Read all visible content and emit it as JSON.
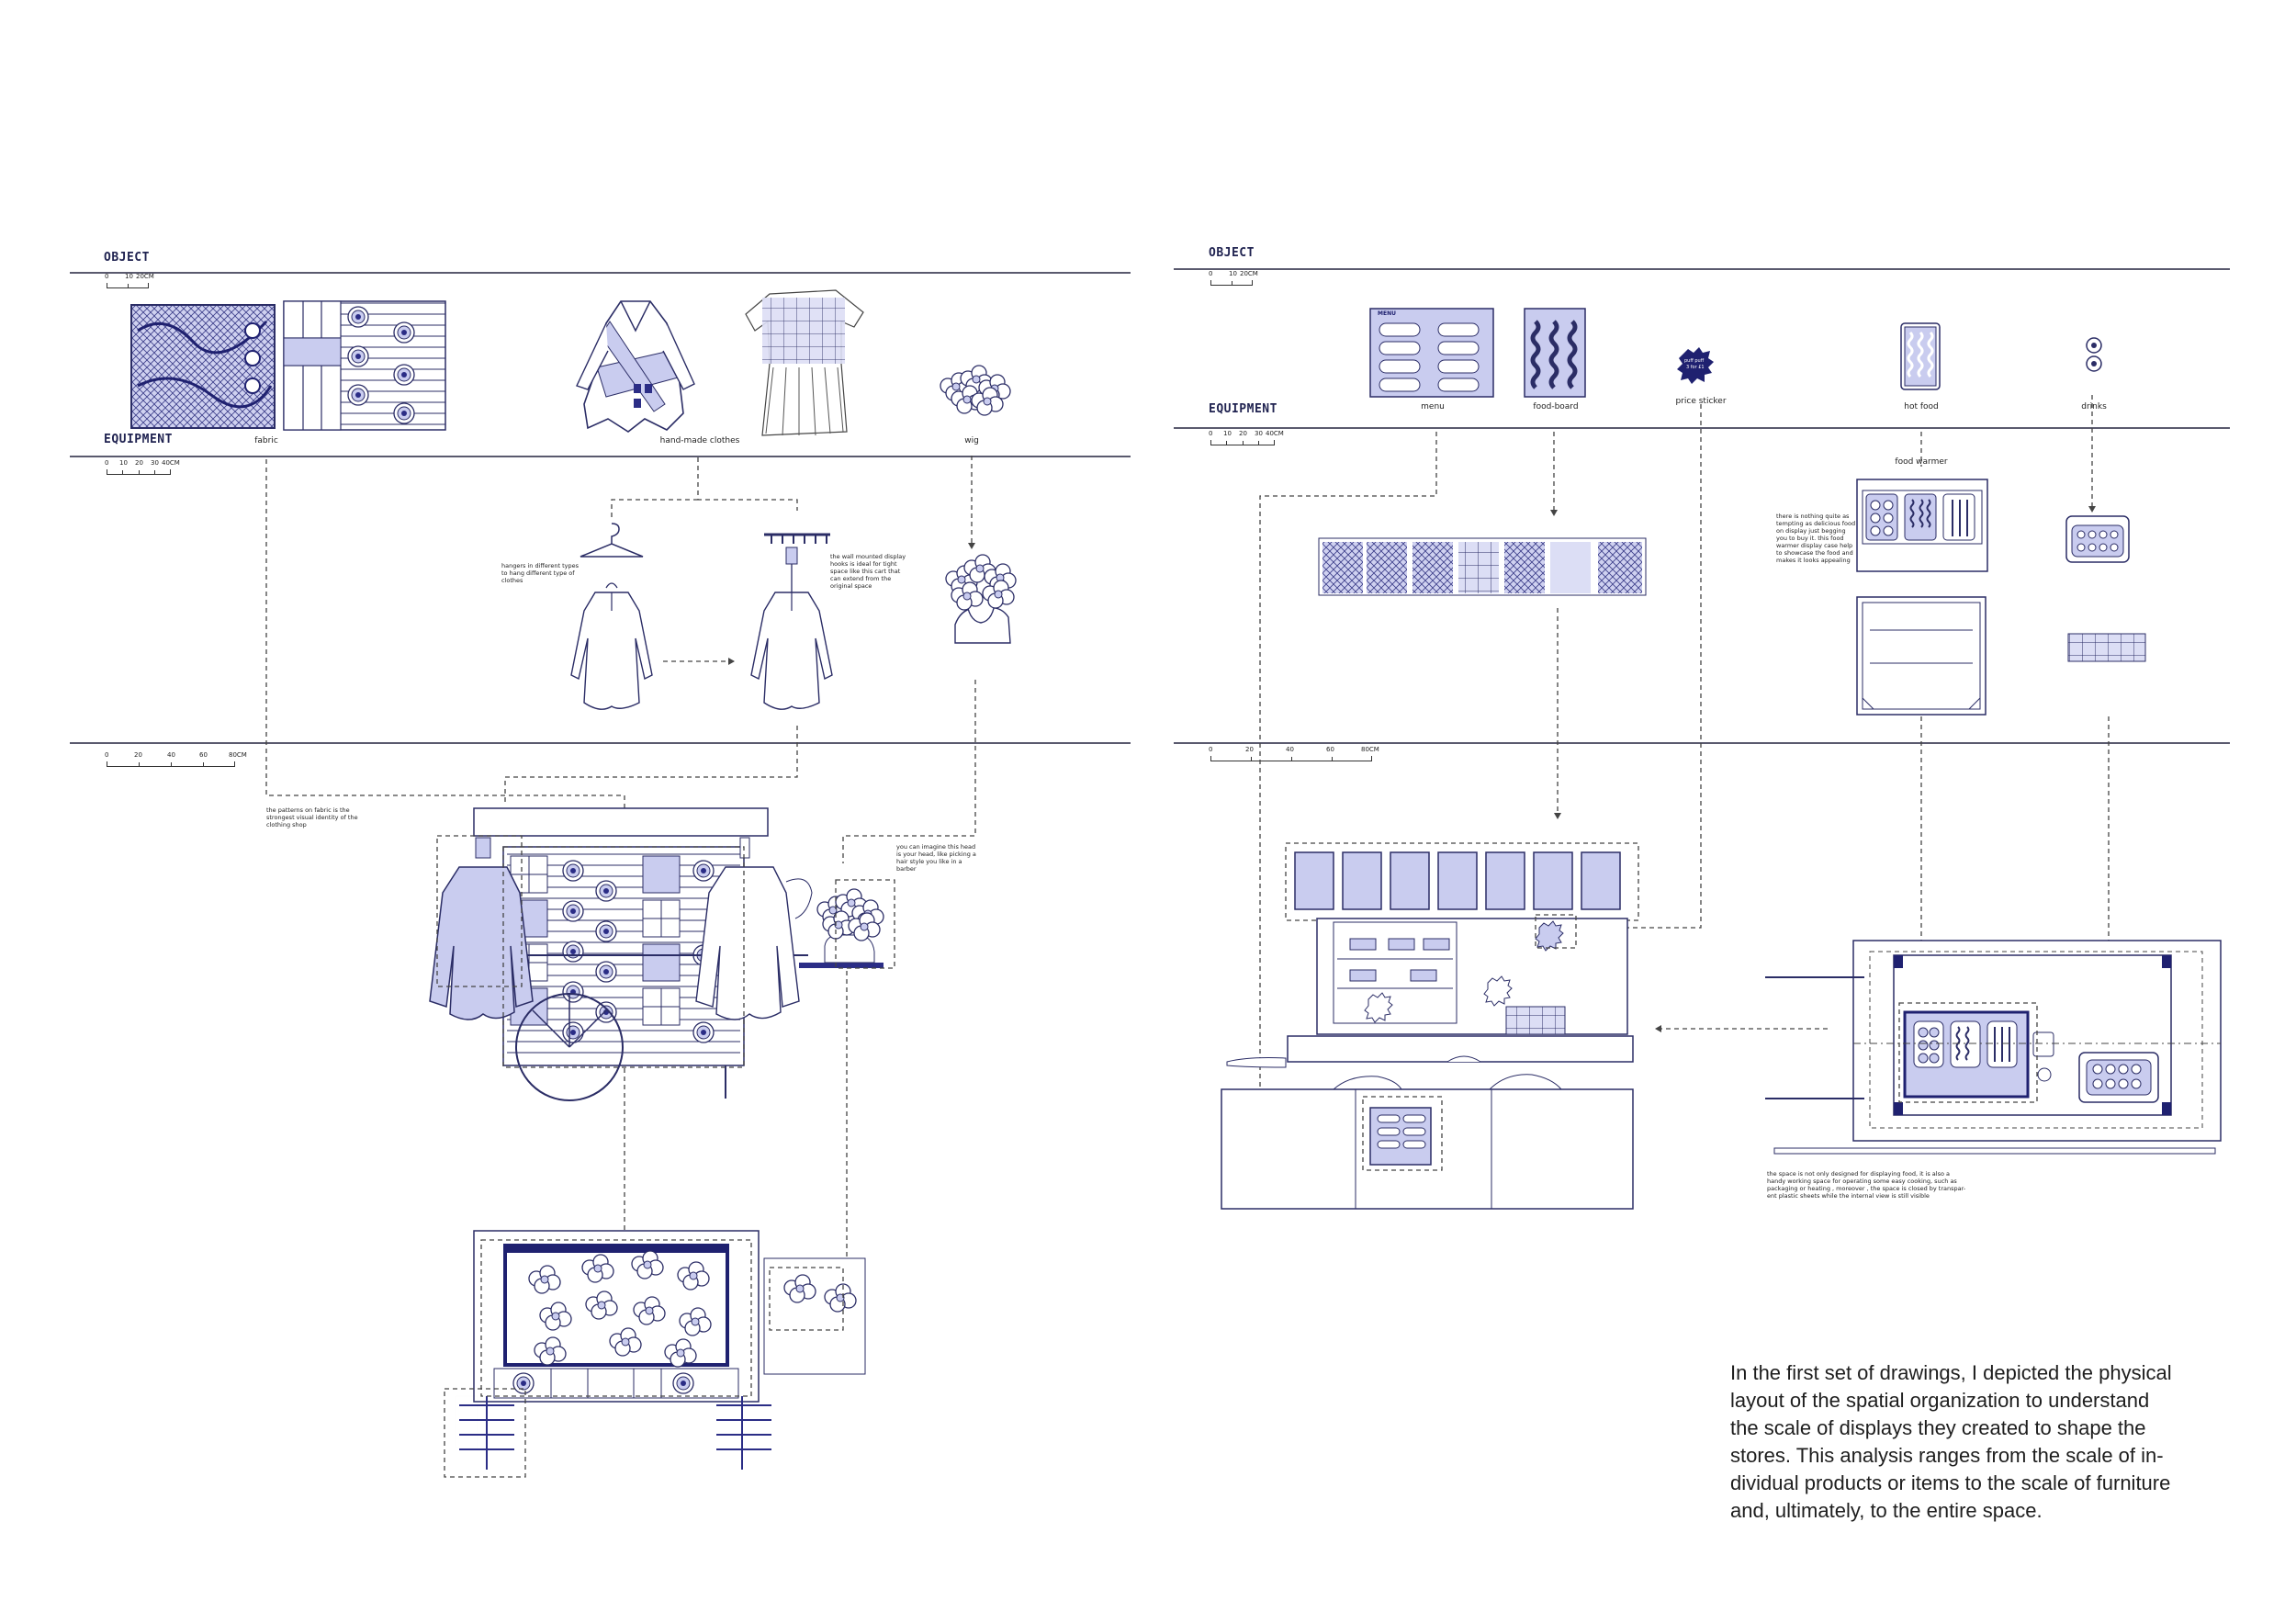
{
  "left_panel": {
    "object_title": "OBJECT",
    "equipment_title": "EQUIPMENT",
    "scale_object": [
      "0",
      "10",
      "20CM"
    ],
    "scale_equipment": [
      "0",
      "10",
      "20",
      "30",
      "40CM"
    ],
    "scale_space": [
      "0",
      "20",
      "40",
      "60",
      "80CM"
    ],
    "labels": {
      "fabric": "fabric",
      "clothes": "hand-made clothes",
      "wig": "wig"
    },
    "notes": {
      "hangers": [
        "hangers in different types",
        "to hang different type of",
        "clothes"
      ],
      "wall_display": [
        "the wall mounted display",
        "hooks is ideal for tight",
        "space like this cart that",
        "can extend from the",
        "original space"
      ],
      "patterns": [
        "the patterns on fabric is the",
        "strongest visual identity of the",
        "clothing shop"
      ],
      "head": [
        "you can imagine this head",
        "is your head, like picking a",
        "hair style you like in a",
        "barber"
      ]
    }
  },
  "right_panel": {
    "object_title": "OBJECT",
    "equipment_title": "EQUIPMENT",
    "scale_object": [
      "0",
      "10",
      "20CM"
    ],
    "scale_equipment": [
      "0",
      "10",
      "20",
      "30",
      "40CM"
    ],
    "scale_space": [
      "0",
      "20",
      "40",
      "60",
      "80CM"
    ],
    "labels": {
      "menu": "menu",
      "food_board": "food-board",
      "price_sticker": "price sticker",
      "hot_food": "hot food",
      "drinks": "drinks",
      "food_warmer": "food warmer"
    },
    "menu_heading": "MENU",
    "sticker_text": [
      "puff puff",
      "3 for £1"
    ],
    "notes": {
      "warmer": [
        "there is nothing quite as",
        "tempting as delicious food",
        "on display just begging",
        "you to buy it. this food",
        "warmer display case help",
        "to showcase the food and",
        "makes it looks appealing"
      ],
      "space": [
        "the space is not only designed for displaying food, it is also a",
        "handy working space for operating some easy cooking, such as",
        "packaging or heating , moreover , the space is closed by transpar-",
        "ent plastic sheets while the internal view is still visible"
      ]
    }
  },
  "description": [
    "In the first set of drawings, I depicted the physical",
    "layout of the spatial organization to understand",
    "the scale of displays they created to shape the",
    "stores. This analysis ranges from the scale of in-",
    "dividual products or items to the scale of furniture",
    "and, ultimately, to the entire space."
  ],
  "colors": {
    "accent": "#2b2d86",
    "fill": "#c9ccef",
    "line": "#5a5a6e"
  }
}
